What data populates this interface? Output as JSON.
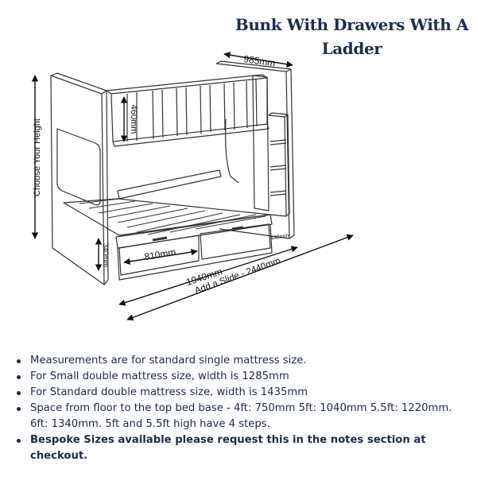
{
  "title": {
    "line1": "Bunk With Drawers With A",
    "line2": "Ladder"
  },
  "dimensions": {
    "depth": "985mm",
    "height": "Choose Your Height",
    "guard_rail": "460mm",
    "drawer_width": "810mm",
    "drawer_height": "340mm",
    "length": "1940mm",
    "slide": "Add a Slide - 2440mm",
    "ladder": "440mm"
  },
  "notes": [
    "Measurements are for standard single mattress size.",
    "For Small double mattress size, width is 1285mm",
    "For Standard double mattress size, width is 1435mm",
    "Space from floor to the top bed base - 4ft: 750mm 5ft: 1040mm  5.5ft: 1220mm. 6ft: 1340mm. 5ft and 5.5ft high have 4 steps.",
    "Bespoke Sizes available please request this in the notes section at checkout."
  ],
  "colors": {
    "title": "#1f2d4d",
    "text": "#1e2a47",
    "line": "#333333"
  }
}
